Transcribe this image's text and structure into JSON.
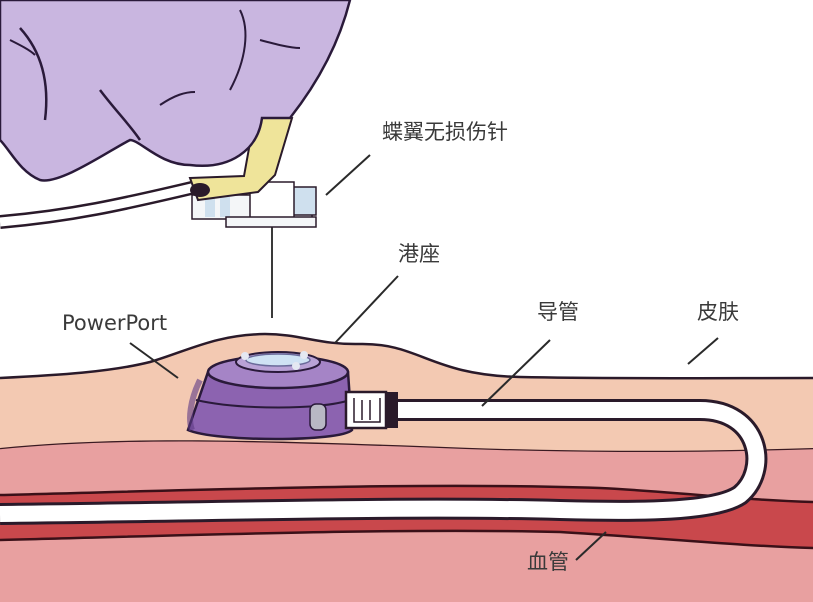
{
  "diagram": {
    "labels": {
      "needle": "蝶翼无损伤针",
      "port_body": "港座",
      "powerport": "PowerPort",
      "catheter": "导管",
      "skin": "皮肤",
      "vessel": "血管"
    },
    "colors": {
      "background": "#ffffff",
      "glove": "#c9b6e0",
      "outline": "#2a1a3a",
      "needle_wing": "#efe49a",
      "needle_hub": "#f4f6f8",
      "needle_hub_blue": "#cfe0ee",
      "skin_surface": "#f3c9b2",
      "subcutaneous": "#e8a0a0",
      "vessel": "#c9484c",
      "catheter": "#ffffff",
      "port_purple": "#8c63b0",
      "port_dark": "#5d3a86",
      "port_septum": "#cfe2f4",
      "text": "#3a3a3a",
      "leader_line": "#2a2a2a"
    }
  }
}
